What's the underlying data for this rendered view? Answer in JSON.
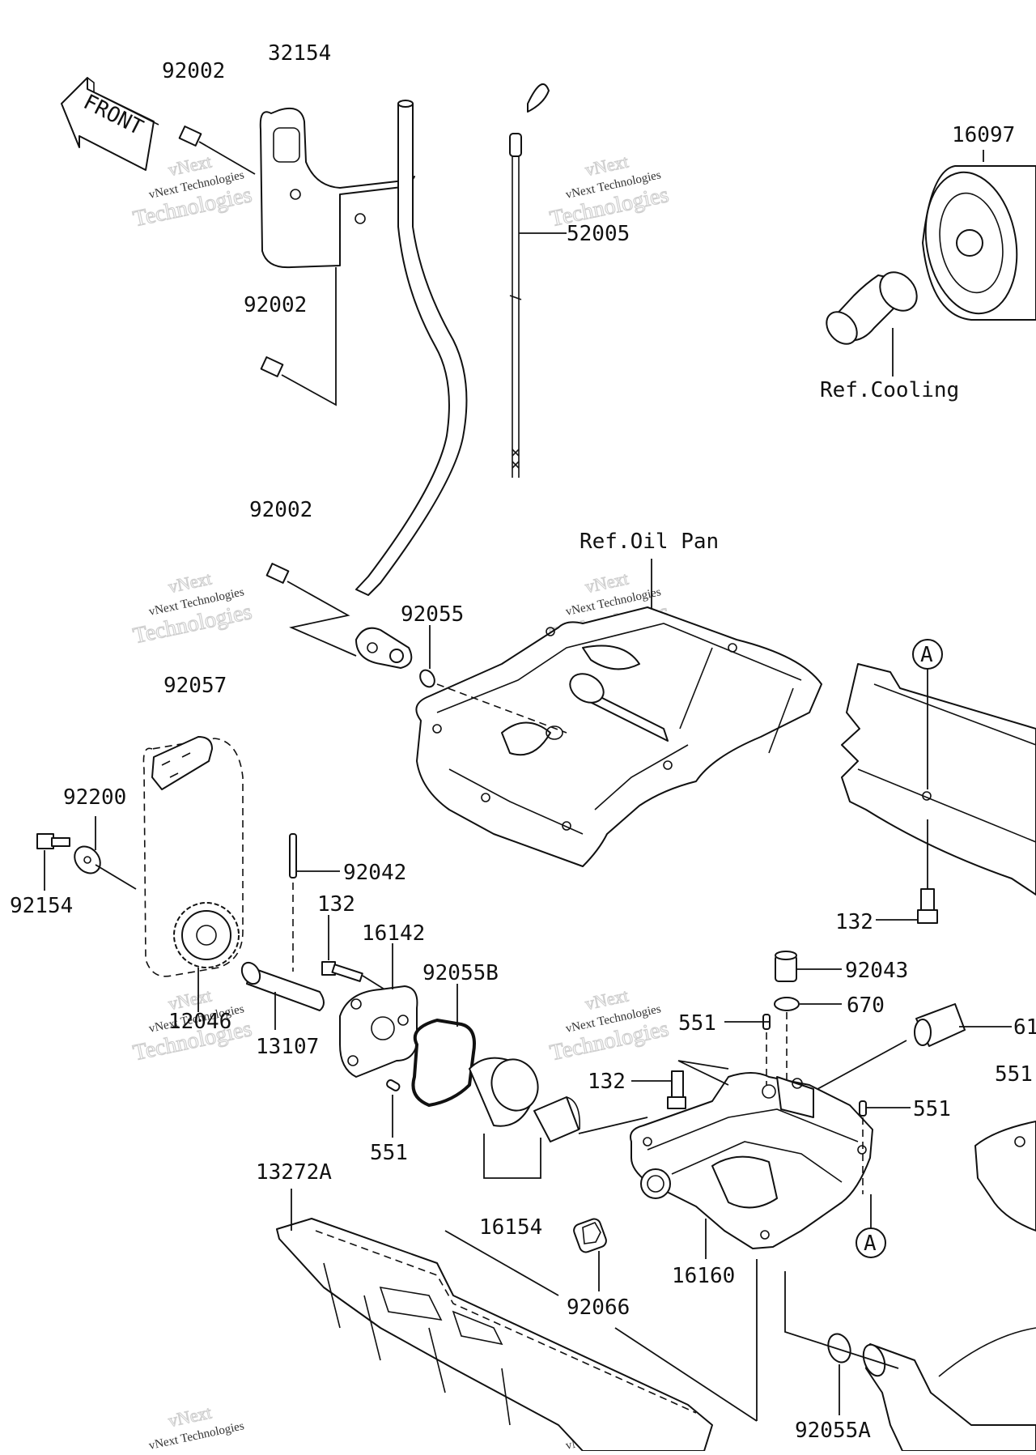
{
  "diagram": {
    "front_label": "FRONT",
    "ref_labels": {
      "cooling": "Ref.Cooling",
      "oil_pan": "Ref.Oil Pan"
    },
    "callout_marker": "A",
    "watermark": {
      "line1": "vNext Technologies",
      "line2": "Technologies",
      "line0": "vNext"
    },
    "parts": {
      "p92002_top": "92002",
      "p32154": "32154",
      "p92002_mid": "92002",
      "p92002_low": "92002",
      "p52005": "52005",
      "p16097": "16097",
      "p92055": "92055",
      "p92057": "92057",
      "p92200": "92200",
      "p92154": "92154",
      "p92042": "92042",
      "p132_pump": "132",
      "p16142": "16142",
      "p92055B": "92055B",
      "p12046": "12046",
      "p13107": "13107",
      "p551_pump": "551",
      "p16154": "16154",
      "p13272A": "13272A",
      "p132_right": "132",
      "p92043": "92043",
      "p670": "670",
      "p551_a": "551",
      "p132_body": "132",
      "p551_b": "551",
      "p16160": "16160",
      "p92066": "92066",
      "p92055A": "92055A",
      "p551_right_partial": "551",
      "p61_partial": "61"
    }
  }
}
